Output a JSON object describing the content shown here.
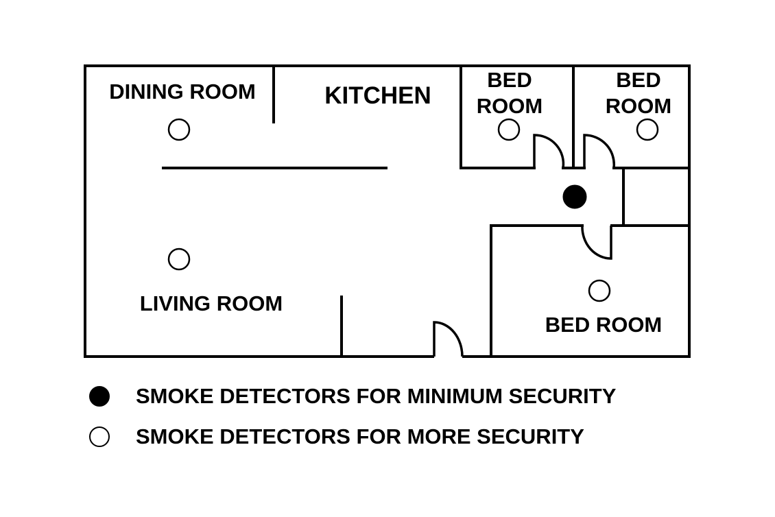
{
  "rooms": {
    "dining": "DINING ROOM",
    "kitchen": "KITCHEN",
    "bedroom_1": [
      "BED",
      "ROOM"
    ],
    "bedroom_2": [
      "BED",
      "ROOM"
    ],
    "living": "LIVING ROOM",
    "bedroom_3": "BED ROOM"
  },
  "legend": {
    "minimum": {
      "label": "SMOKE DETECTORS FOR MINIMUM SECURITY",
      "marker": "filled-circle"
    },
    "more": {
      "label": "SMOKE DETECTORS FOR MORE SECURITY",
      "marker": "open-circle"
    }
  },
  "colors": {
    "line": "#000000",
    "background": "#ffffff"
  }
}
